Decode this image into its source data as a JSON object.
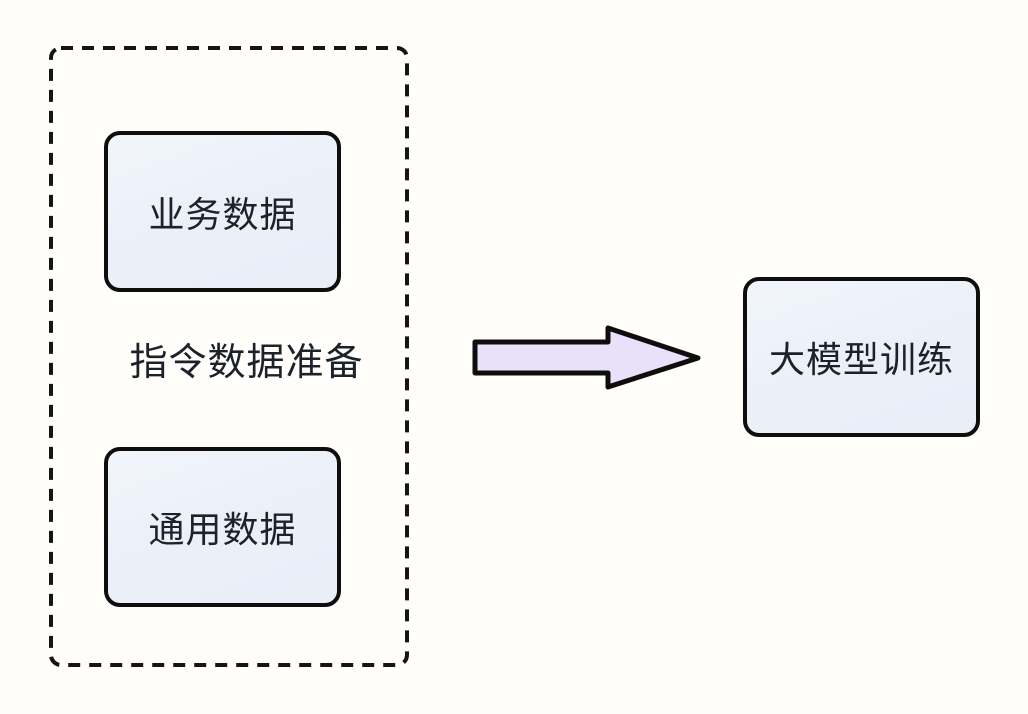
{
  "diagram": {
    "type": "flowchart",
    "group": {
      "label": "指令数据准备",
      "nodes": [
        {
          "id": "business-data",
          "label": "业务数据"
        },
        {
          "id": "general-data",
          "label": "通用数据"
        }
      ]
    },
    "arrow": {
      "direction": "right",
      "from": "指令数据准备",
      "to": "大模型训练"
    },
    "target": {
      "id": "llm-training",
      "label": "大模型训练"
    },
    "colors": {
      "background": "#fffefb",
      "node_fill": "#edf1f9",
      "node_border": "#0e0e0e",
      "group_outline": "#151515",
      "arrow_fill": "#e9e1f9",
      "arrow_border": "#0e0e0e",
      "text": "#1d212a"
    }
  }
}
